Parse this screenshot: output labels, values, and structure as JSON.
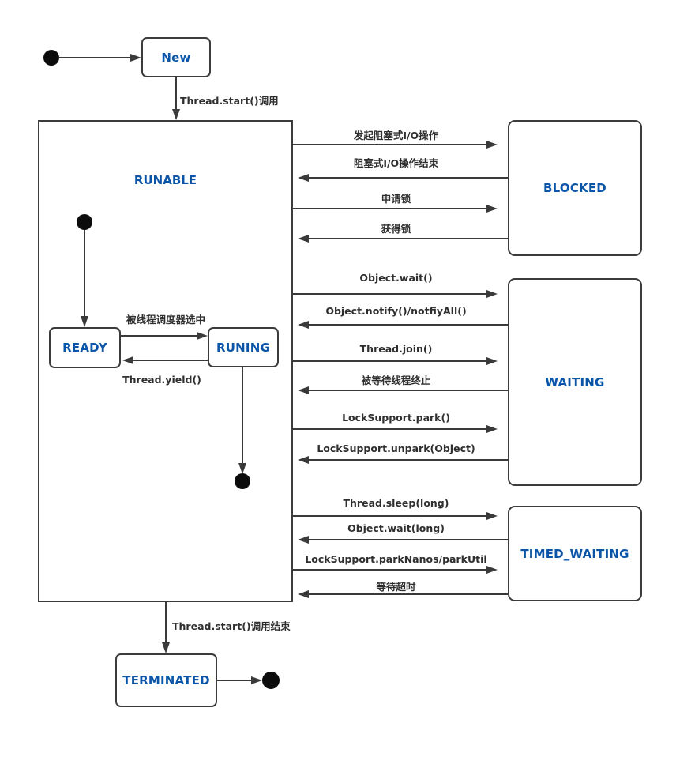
{
  "diagram": {
    "states": {
      "new": "New",
      "runable": "RUNABLE",
      "ready": "READY",
      "runing": "RUNING",
      "blocked": "BLOCKED",
      "waiting": "WAITING",
      "timed_waiting": "TIMED_WAITING",
      "terminated": "TERMINATED"
    },
    "transitions": {
      "start": "Thread.start()调用",
      "scheduler_select": "被线程调度器选中",
      "yield": "Thread.yield()",
      "io_start": "发起阻塞式I/O操作",
      "io_end": "阻塞式I/O操作结束",
      "lock_request": "申请锁",
      "lock_acquired": "获得锁",
      "object_wait": "Object.wait()",
      "object_notify": "Object.notify()/notfiyAll()",
      "thread_join": "Thread.join()",
      "waited_thread_end": "被等待线程终止",
      "park": "LockSupport.park()",
      "unpark": "LockSupport.unpark(Object)",
      "sleep": "Thread.sleep(long)",
      "wait_long": "Object.wait(long)",
      "park_nanos": "LockSupport.parkNanos/parkUtil",
      "wait_timeout": "等待超时",
      "start_end": "Thread.start()调用结束"
    },
    "colors": {
      "state_text": "#0a55a8",
      "line": "#3a3a3a",
      "label_text": "#2f2f2f",
      "background": "#ffffff"
    }
  }
}
